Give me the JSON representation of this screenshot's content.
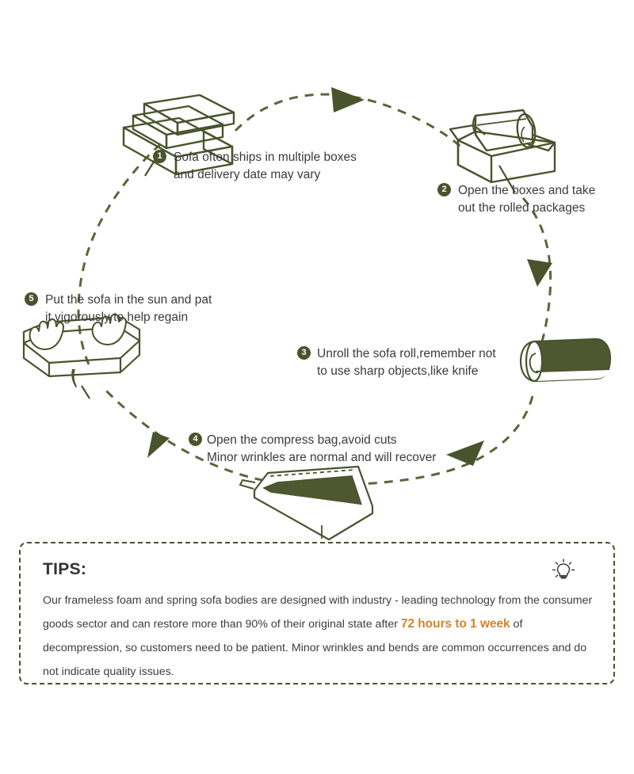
{
  "palette": {
    "line": "#4a532c",
    "fill_dark": "#4f5730",
    "text": "#3b3b3b",
    "highlight": "#d4822a",
    "tips_title": "#333333",
    "background": "#ffffff"
  },
  "steps": [
    {
      "number": "1",
      "lines": [
        "Sofa often ships in multiple boxes",
        "and delivery date may vary"
      ],
      "illustration": "stacked-boxes"
    },
    {
      "number": "2",
      "lines": [
        "Open the boxes and take",
        "out the rolled packages"
      ],
      "illustration": "open-box-with-roll"
    },
    {
      "number": "3",
      "lines": [
        "Unroll the sofa roll,remember not",
        "to use sharp objects,like knife"
      ],
      "illustration": "sofa-roll"
    },
    {
      "number": "4",
      "lines": [
        "Open the compress bag,avoid cuts",
        "Minor wrinkles are normal and will recover"
      ],
      "illustration": "compress-bag"
    },
    {
      "number": "5",
      "lines": [
        "Put the sofa in the sun and pat",
        "it vigorously to help regain"
      ],
      "illustration": "sofa-with-hands"
    }
  ],
  "tips": {
    "title": "TIPS:",
    "icon": "lightbulb-icon",
    "body_part1": "Our frameless foam and spring sofa bodies are designed with industry - leading technology from the consumer goods sector and can restore more than 90% of their original state after ",
    "highlight": "72 hours to 1 week",
    "body_part2": " of decompression, so customers need to be patient. Minor wrinkles and bends are common occurrences and do not indicate quality issues."
  },
  "flow": {
    "direction": "clockwise",
    "arrow_count": 4,
    "style": "dashed-circular-path"
  }
}
